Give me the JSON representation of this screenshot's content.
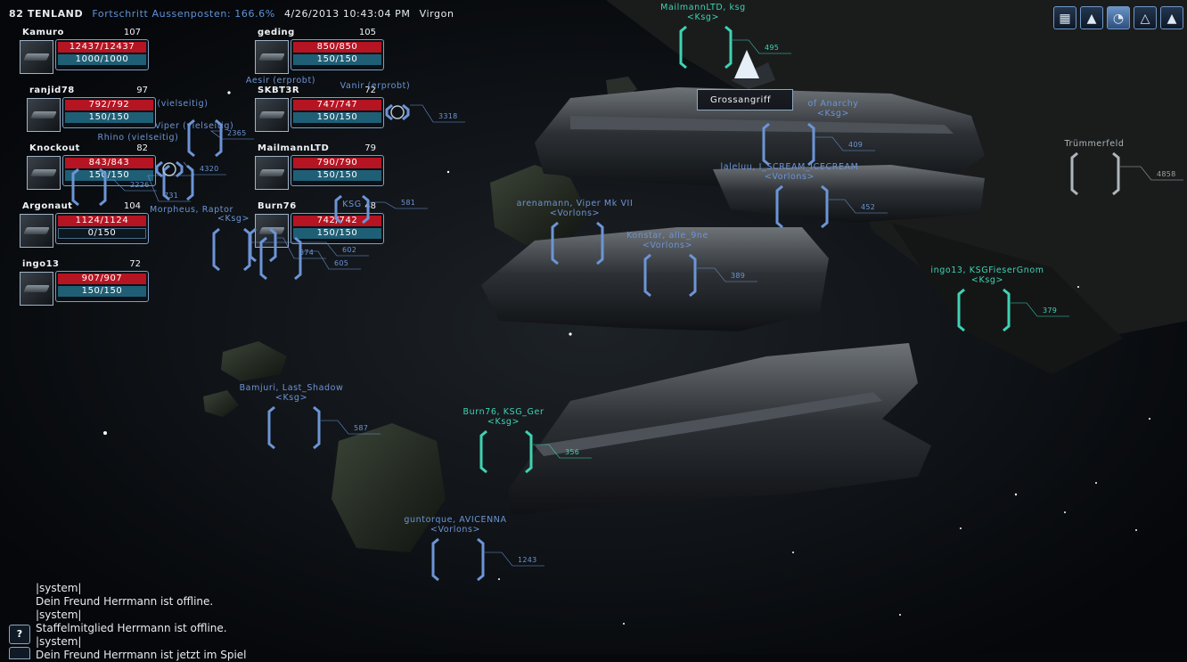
{
  "top_bar": {
    "system": "82 TENLAND",
    "progress": "Fortschritt Aussenposten: 166.6%",
    "datetime": "4/26/2013 10:43:04 PM",
    "location": "Virgon"
  },
  "ui_icons": [
    "map-icon",
    "station-icon",
    "radar-icon",
    "formation-icon",
    "fleet-icon"
  ],
  "squad": [
    {
      "name": "Kamuro",
      "level": "107",
      "hp": "12437/12437",
      "shield": "1000/1000"
    },
    {
      "name": "ranjid78",
      "level": "97",
      "hp": "792/792",
      "shield": "150/150"
    },
    {
      "name": "Knockout",
      "level": "82",
      "hp": "843/843",
      "shield": "150/150"
    },
    {
      "name": "Argonaut",
      "level": "104",
      "hp": "1124/1124",
      "shield": "0/150"
    },
    {
      "name": "ingo13",
      "level": "72",
      "hp": "907/907",
      "shield": "150/150"
    },
    {
      "name": "geding",
      "level": "105",
      "hp": "850/850",
      "shield": "150/150"
    },
    {
      "name": "SKBT3R",
      "level": "72",
      "hp": "747/747",
      "shield": "150/150"
    },
    {
      "name": "MailmannLTD",
      "level": "79",
      "hp": "790/790",
      "shield": "150/150"
    },
    {
      "name": "Burn76",
      "level": "48",
      "hp": "742/742",
      "shield": "150/150"
    }
  ],
  "targets": [
    {
      "line1": "MailmannLTD, ksg",
      "line2": "<Ksg>",
      "dist": "495",
      "color": "green"
    },
    {
      "line1": "of Anarchy",
      "line2": "<Ksg>",
      "dist": "409",
      "color": "blue"
    },
    {
      "line1": "laleluu, I_SCREAM_ICECREAM",
      "line2": "<Vorlons>",
      "dist": "452",
      "color": "blue"
    },
    {
      "line1": "Trümmerfeld",
      "line2": "",
      "dist": "4858",
      "color": "grey"
    },
    {
      "line1": "arenamann, Viper Mk VII",
      "line2": "<Vorlons>",
      "dist": "",
      "color": "blue"
    },
    {
      "line1": "Konstar, alle_9ne",
      "line2": "<Vorlons>",
      "dist": "389",
      "color": "blue"
    },
    {
      "line1": "ingo13, KSGFieserGnom",
      "line2": "<Ksg>",
      "dist": "379",
      "color": "green"
    },
    {
      "line1": "Bamjuri, Last_Shadow",
      "line2": "<Ksg>",
      "dist": "587",
      "color": "blue"
    },
    {
      "line1": "Burn76, KSG_Ger",
      "line2": "<Ksg>",
      "dist": "356",
      "color": "green"
    },
    {
      "line1": "guntorque, AVICENNA",
      "line2": "<Vorlons>",
      "dist": "1243",
      "color": "blue"
    },
    {
      "line1": "Aesir (erprobt)",
      "line2": "",
      "dist": "",
      "color": "blue"
    },
    {
      "line1": "Vanir (erprobt)",
      "line2": "",
      "dist": "3318",
      "color": "blue"
    },
    {
      "line1": "Viper (vielseitig)",
      "line2": "",
      "dist": "2365",
      "color": "blue"
    },
    {
      "line1": "Rhino (vielseitig)",
      "line2": "",
      "dist": "4320",
      "color": "blue"
    },
    {
      "line1": "(vielseitig)",
      "line2": "",
      "dist": "",
      "color": "blue"
    },
    {
      "line1": "Morpheus, Raptor",
      "line2": "",
      "dist": "731",
      "color": "blue"
    },
    {
      "line1": "KSG",
      "line2": "",
      "dist": "581",
      "color": "blue"
    },
    {
      "line1": "<Ksg>",
      "line2": "",
      "dist": "602",
      "color": "blue"
    },
    {
      "line1": "",
      "line2": "",
      "dist": "2226",
      "color": "blue"
    },
    {
      "line1": "",
      "line2": "",
      "dist": "605",
      "color": "blue"
    },
    {
      "line1": "",
      "line2": "",
      "dist": "574",
      "color": "blue"
    }
  ],
  "attack_button": "Grossangriff",
  "chat": [
    "|system|",
    "Dein Freund Herrmann ist offline.",
    "|system|",
    "Staffelmitglied Herrmann ist offline.",
    "|system|",
    "Dein Freund Herrmann ist jetzt im Spiel"
  ],
  "help_label": "?",
  "colors": {
    "friendly": "#3fd2b3",
    "neutral": "#6c95d6",
    "debris": "#aeb6bb",
    "hull": "#b51422",
    "shield": "#1f5f76"
  }
}
